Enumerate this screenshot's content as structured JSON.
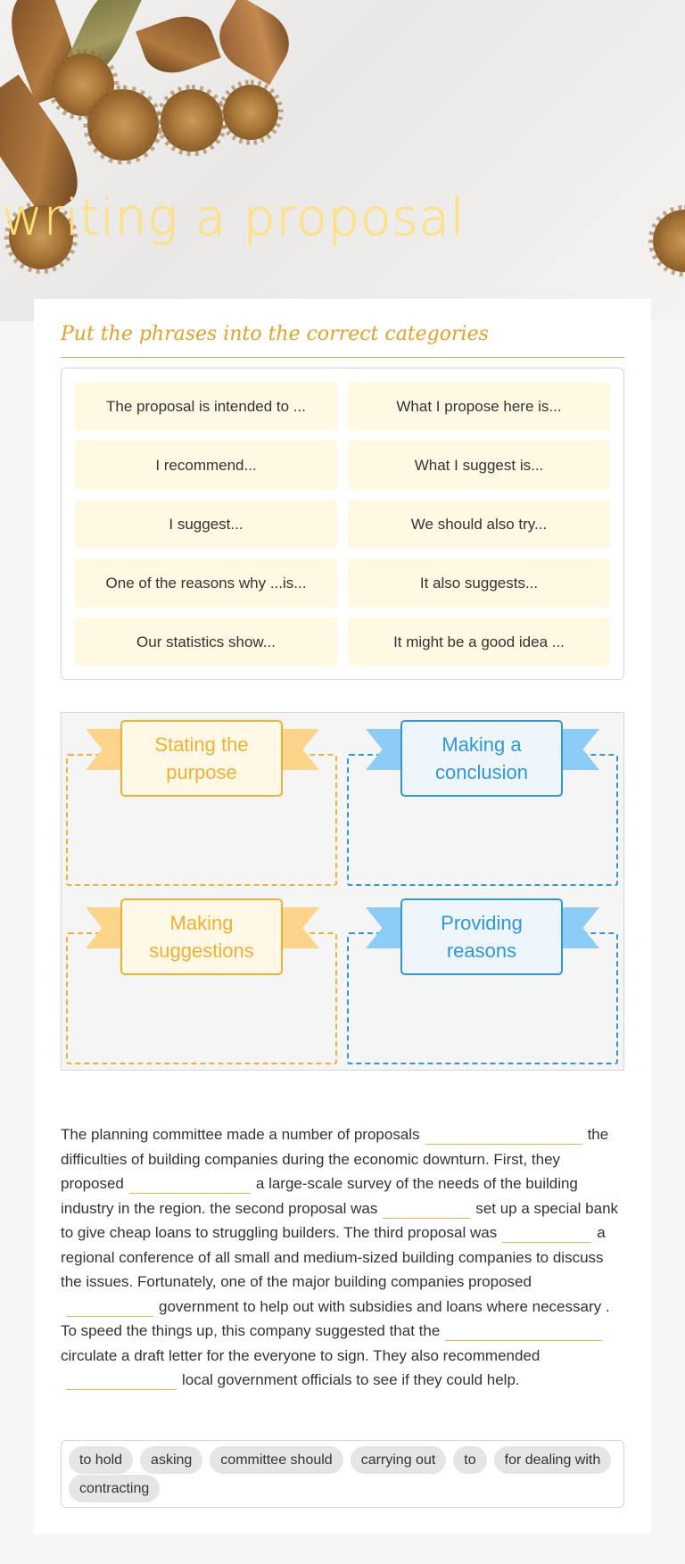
{
  "header": {
    "title": "writing a proposal"
  },
  "task": {
    "instruction": "Put the phrases into the correct categories"
  },
  "phrases": [
    "The proposal is intended to ...",
    "What I propose here is...",
    "I recommend...",
    "What I suggest is...",
    "I suggest...",
    "We should also  try...",
    "One of the reasons why ...is...",
    "It also suggests...",
    "Our statistics show...",
    "It might be a good idea ..."
  ],
  "categories": [
    {
      "label": "Stating the purpose",
      "color": "#f0b035"
    },
    {
      "label": "Making a conclusion",
      "color": "#2f97dc"
    },
    {
      "label": "Making suggestions",
      "color": "#f0b035"
    },
    {
      "label": "Providing reasons",
      "color": "#2f97dc"
    }
  ],
  "passage": {
    "segments": [
      "The planning committee made a number of proposals",
      "the difficulties of building companies during the economic downturn. First, they proposed",
      "a large-scale survey of the needs of the building industry in the region. the second proposal was",
      "set up a special bank to give cheap loans to struggling builders. The third proposal was",
      "a regional conference of all small and medium-sized building companies to discuss the issues. Fortunately, one of the major building companies proposed",
      "government to help out with subsidies and loans where necessary . To speed the things up, this company suggested that the",
      "circulate a draft letter for the everyone to sign. They also recommended",
      "local government officials to see if they could help."
    ]
  },
  "word_bank": [
    "to hold",
    "asking",
    "committee should",
    "carrying out",
    "to",
    "for dealing with",
    "contracting"
  ]
}
